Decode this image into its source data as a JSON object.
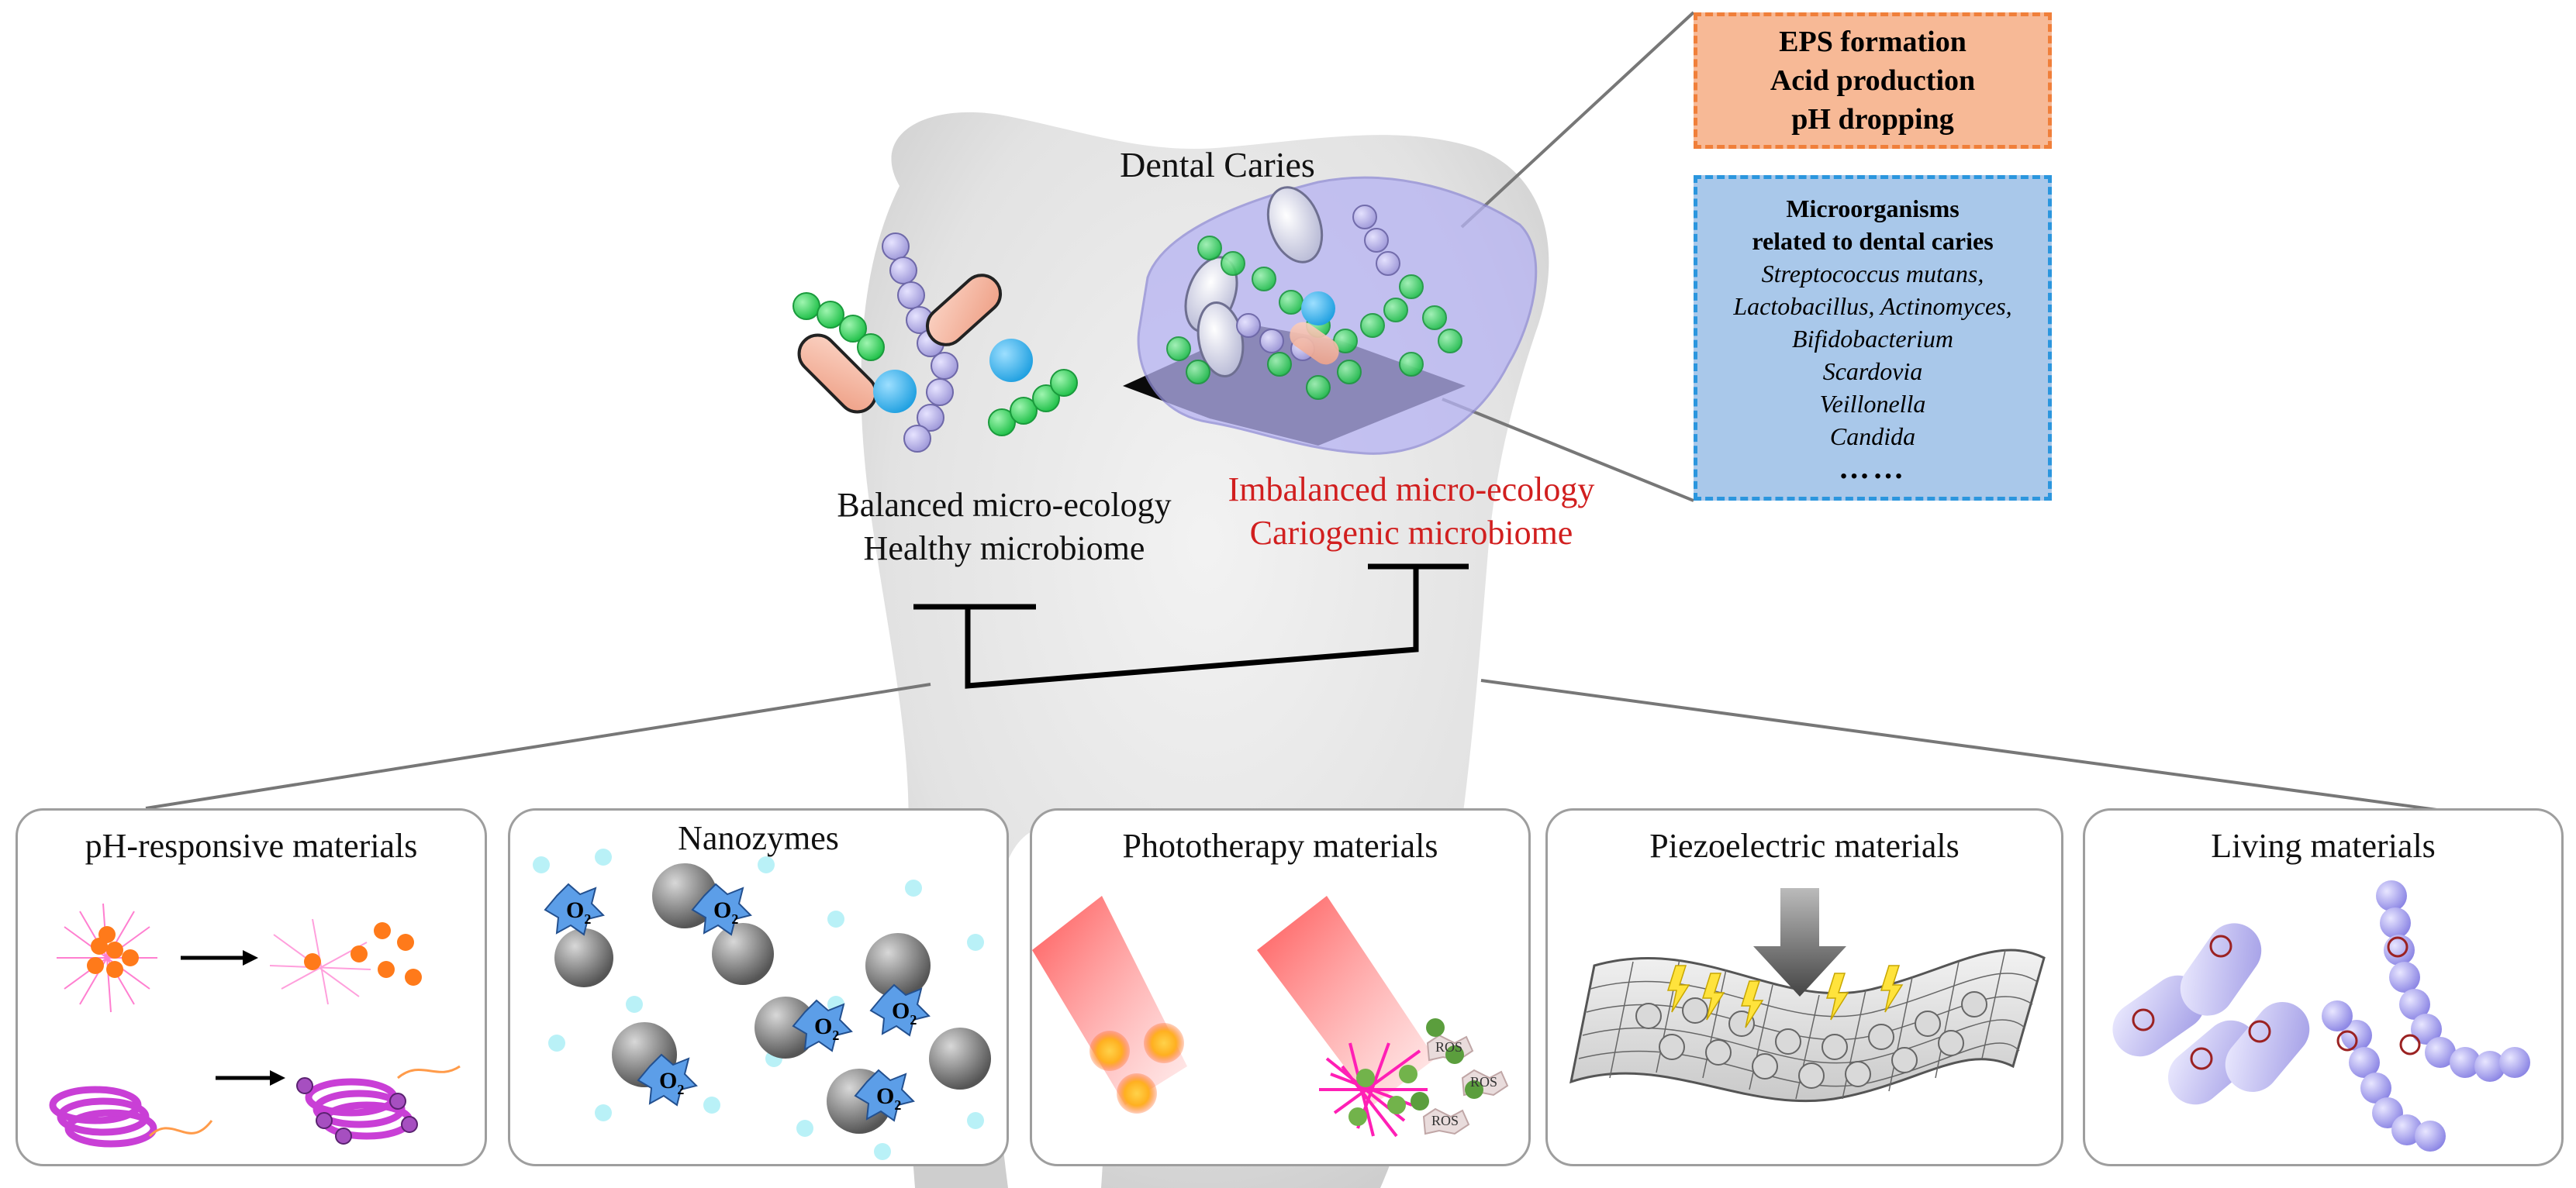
{
  "figure": {
    "title": "Dental Caries",
    "healthy_lines": [
      "Balanced micro-ecology",
      "Healthy microbiome"
    ],
    "caries_lines": [
      "Imbalanced micro-ecology",
      "Cariogenic microbiome"
    ]
  },
  "process_box": {
    "lines": [
      "EPS formation",
      "Acid production",
      "pH dropping"
    ]
  },
  "microbes_box": {
    "heading": [
      "Microorganisms",
      "related to dental caries"
    ],
    "organisms": [
      "Streptococcus mutans,",
      "Lactobacillus, Actinomyces,",
      "Bifidobacterium",
      "Scardovia",
      "Veillonella",
      "Candida"
    ],
    "ellipsis": "……"
  },
  "panels": [
    {
      "title": "pH-responsive materials"
    },
    {
      "title": "Nanozymes"
    },
    {
      "title": "Phototherapy materials"
    },
    {
      "title": "Piezoelectric materials"
    },
    {
      "title": "Living materials"
    }
  ],
  "labels": {
    "o2": "O",
    "o2_sub": "2",
    "ros": "ROS"
  },
  "colors": {
    "streptococcus_chain": "#b9b3e8",
    "green_chain": "#2ed35a",
    "pink_rod": "#f4b9a3",
    "blue_cell": "#3cb4ee",
    "biofilm": "#b6b3f3",
    "caries_text": "#d11f1f",
    "process_box": "#f7b996",
    "microbes_box": "#a9c8ea"
  }
}
